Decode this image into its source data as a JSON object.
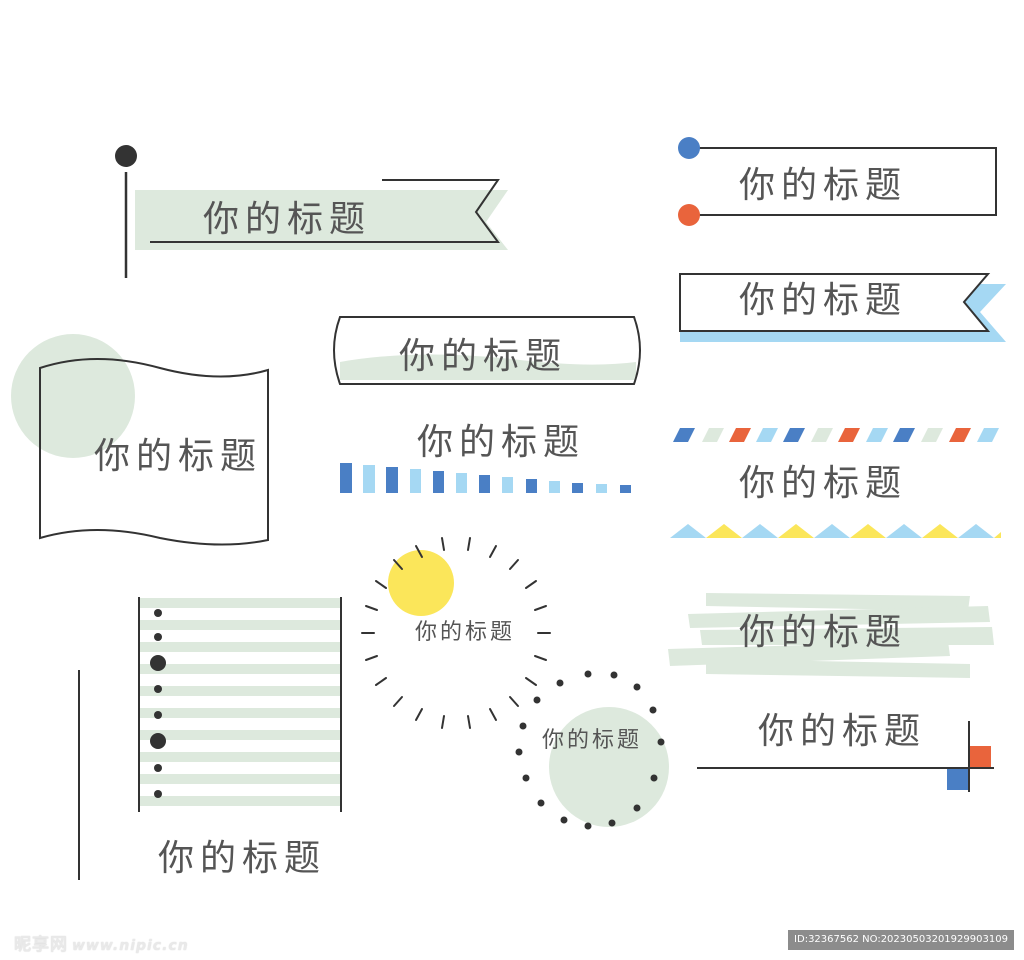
{
  "title_label": "你的标题",
  "watermark": {
    "brand": "昵享网",
    "url": "www.nipic.cn",
    "id_line": "ID:32367562 NO:20230503201929903109"
  },
  "colors": {
    "green": "#dde9dd",
    "dark": "#333333",
    "blue": "#4a7fc5",
    "light_blue": "#a5d8f3",
    "orange": "#e9643c",
    "yellow": "#fbe65a",
    "text": "#555555"
  },
  "icons": [
    "pin-dot",
    "flag-shape",
    "ribbon-banner",
    "sunburst",
    "dot-ring",
    "stripe-tape"
  ]
}
